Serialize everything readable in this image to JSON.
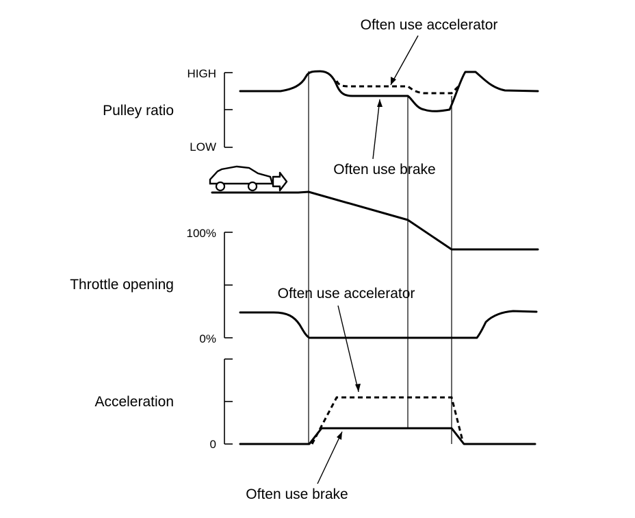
{
  "pulley": {
    "label": "Pulley ratio",
    "high": "HIGH",
    "low": "LOW",
    "accel_note": "Often use accelerator",
    "brake_note": "Often use brake"
  },
  "throttle": {
    "label": "Throttle opening",
    "max": "100%",
    "min": "0%",
    "accel_note": "Often use accelerator"
  },
  "acceleration": {
    "label": "Acceleration",
    "zero": "0",
    "brake_note": "Often use brake"
  },
  "vehicle_icon": "car-with-arrow-icon"
}
